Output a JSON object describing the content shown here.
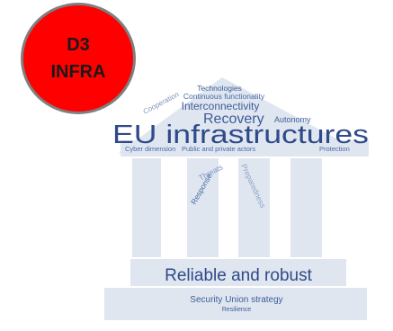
{
  "badge": {
    "line1": "D3",
    "line2": "INFRA",
    "color": "#ff0000",
    "border_color": "#7f7f7f"
  },
  "colors": {
    "building": "#dfe6f0",
    "text_dark": "#2f4a8a",
    "text_mid": "#4a6aa6",
    "text_light": "#8ea4c8"
  },
  "words": {
    "technologies": "Technologies",
    "continuous": "Continuous functionality",
    "cooperation": "Cooperation",
    "interconnectivity": "Interconnectivity",
    "recovery": "Recovery",
    "autonomy": "Autonomy",
    "title": "EU infrastructures",
    "cyber": "Cyber dimension",
    "public_private": "Public and private actors",
    "protection": "Protection",
    "threats": "Threats",
    "response": "Response",
    "preparedness": "Preparedness",
    "reliable": "Reliable and robust",
    "security": "Security Union strategy",
    "resilience": "Resilience"
  }
}
